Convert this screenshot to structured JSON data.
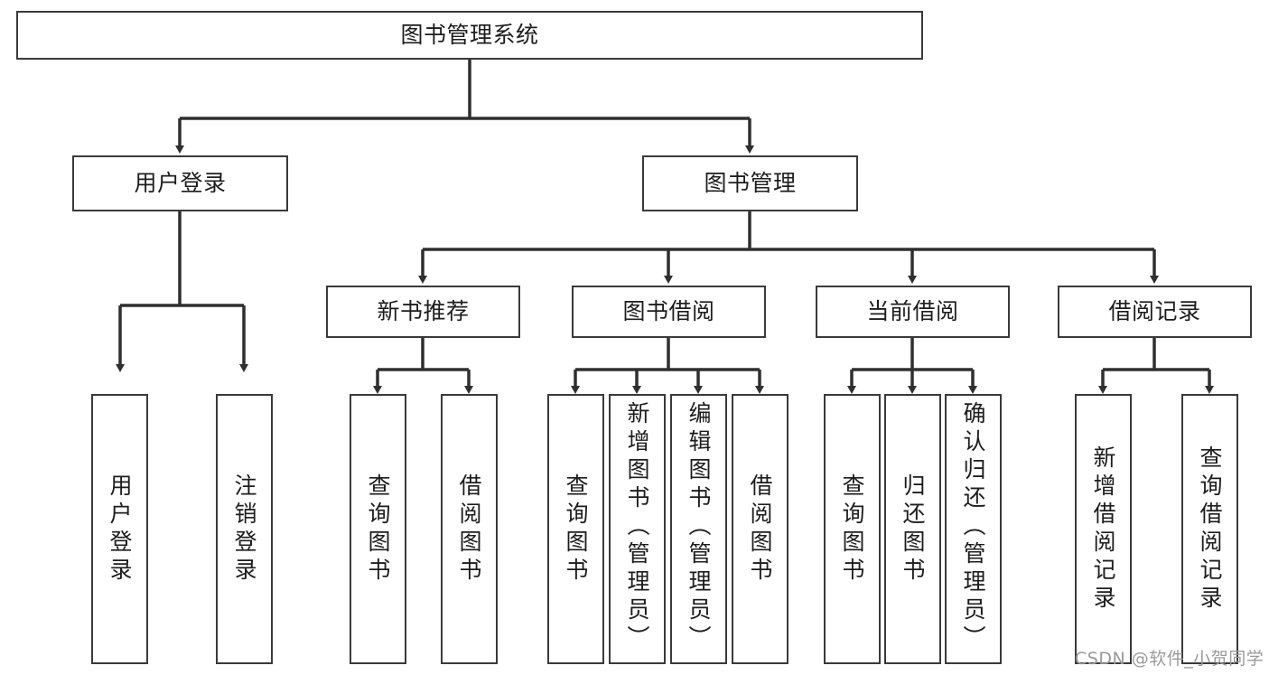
{
  "diagram": {
    "title": "图书管理系统",
    "root": {
      "label": "图书管理系统"
    },
    "level2": [
      {
        "label": "用户登录"
      },
      {
        "label": "图书管理"
      }
    ],
    "level3": [
      {
        "label": "新书推荐"
      },
      {
        "label": "图书借阅"
      },
      {
        "label": "当前借阅"
      },
      {
        "label": "借阅记录"
      }
    ],
    "leaves": {
      "user_login": [
        {
          "label": "用户登录"
        },
        {
          "label": "注销登录"
        }
      ],
      "new_book_recommend": [
        {
          "label": "查询图书"
        },
        {
          "label": "借阅图书"
        }
      ],
      "book_borrow": [
        {
          "label": "查询图书"
        },
        {
          "label": "新增图书（管理员）"
        },
        {
          "label": "编辑图书（管理员）"
        },
        {
          "label": "借阅图书"
        }
      ],
      "current_borrow": [
        {
          "label": "查询图书"
        },
        {
          "label": "归还图书"
        },
        {
          "label": "确认归还（管理员）"
        }
      ],
      "borrow_record": [
        {
          "label": "新增借阅记录"
        },
        {
          "label": "查询借阅记录"
        }
      ]
    }
  },
  "watermark": {
    "text": "CSDN @软件_小贺同学"
  },
  "colors": {
    "stroke": "#3a3a3a",
    "background": "#ffffff",
    "text": "#1d1d1d",
    "watermark": "#9a9a9a"
  }
}
